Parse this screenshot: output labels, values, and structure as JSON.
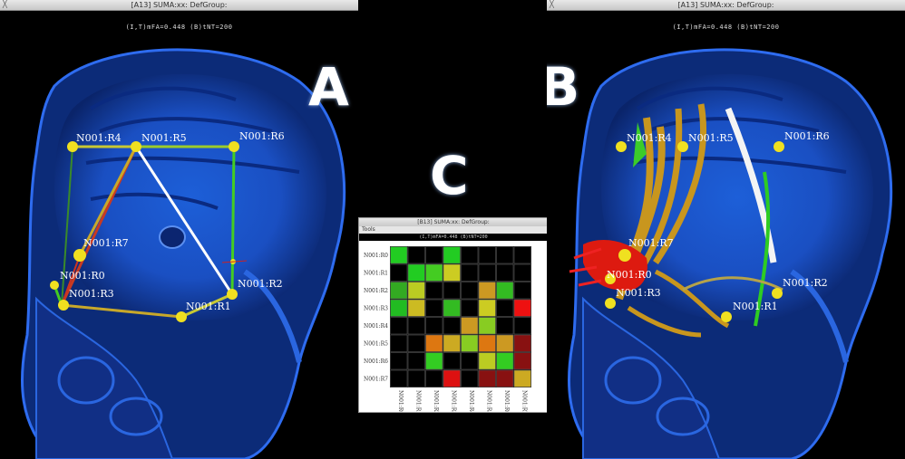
{
  "window_a": {
    "title": "[A13] SUMA:xx: DefGroup:",
    "hud": "(I,T)mFA=0.448 (B)tNT=200",
    "panel_letter": "A",
    "nodes": [
      "N001:R4",
      "N001:R5",
      "N001:R6",
      "N001:R7",
      "N001:R0",
      "N001:R3",
      "N001:R2",
      "N001:R1"
    ]
  },
  "window_b": {
    "title": "[A13] SUMA:xx: DefGroup:",
    "hud": "(I,T)mFA=0.448 (B)tNT=200",
    "panel_letter": "B",
    "nodes": [
      "N001:R4",
      "N001:R5",
      "N001:R6",
      "N001:R7",
      "N001:R0",
      "N001:R3",
      "N001:R2",
      "N001:R1"
    ]
  },
  "matrix_window": {
    "panel_letter": "C",
    "title": "[B13] SUMA:xx: DefGroup:",
    "menu": "Tools",
    "hud": "(I,T)mFA=0.448 (B)tNT=200",
    "row_labels": [
      "N001:R0",
      "N001:R1",
      "N001:R2",
      "N001:R3",
      "N001:R4",
      "N001:R5",
      "N001:R6",
      "N001:R7"
    ],
    "col_labels": [
      "N001:R0",
      "N001:R1",
      "N001:R2",
      "N001:R3",
      "N001:R4",
      "N001:R5",
      "N001:R6",
      "N001:R7"
    ],
    "cells": [
      [
        "#22cc22",
        "#000000",
        "#000000",
        "#22cc22",
        "#000000",
        "#000000",
        "#000000",
        "#000000"
      ],
      [
        "#000000",
        "#22cc22",
        "#44cc22",
        "#cccc22",
        "#000000",
        "#000000",
        "#000000",
        "#000000"
      ],
      [
        "#33aa22",
        "#bbcc22",
        "#000000",
        "#000000",
        "#000000",
        "#cc9922",
        "#33bb22",
        "#000000"
      ],
      [
        "#22bb22",
        "#ccbb22",
        "#000000",
        "#33bb22",
        "#000000",
        "#cccc22",
        "#000000",
        "#ee1111"
      ],
      [
        "#000000",
        "#000000",
        "#000000",
        "#000000",
        "#cc9922",
        "#88cc22",
        "#000000",
        "#000000"
      ],
      [
        "#000000",
        "#000000",
        "#dd7711",
        "#ccaa22",
        "#88cc22",
        "#dd7711",
        "#cc9922",
        "#881111"
      ],
      [
        "#000000",
        "#000000",
        "#33cc22",
        "#000000",
        "#000000",
        "#bbcc22",
        "#33cc22",
        "#881111"
      ],
      [
        "#000000",
        "#000000",
        "#000000",
        "#dd1111",
        "#000000",
        "#881111",
        "#881111",
        "#ccaa22"
      ]
    ]
  }
}
